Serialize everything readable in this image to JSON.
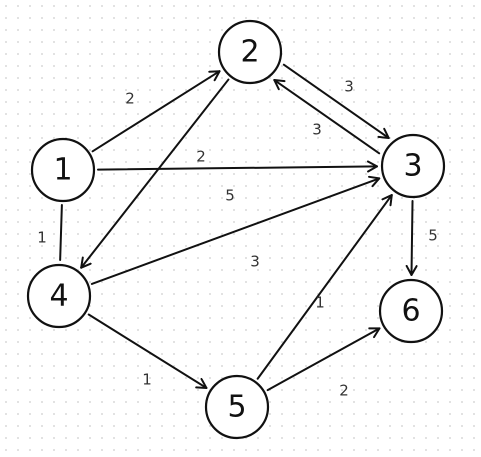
{
  "nodes": [
    {
      "id": "1",
      "label": "1"
    },
    {
      "id": "2",
      "label": "2"
    },
    {
      "id": "3",
      "label": "3"
    },
    {
      "id": "4",
      "label": "4"
    },
    {
      "id": "5",
      "label": "5"
    },
    {
      "id": "6",
      "label": "6"
    }
  ],
  "edges": [
    {
      "from": "1",
      "to": "2",
      "weight": "2",
      "directed": true
    },
    {
      "from": "1",
      "to": "3",
      "weight": "5",
      "directed": true
    },
    {
      "from": "1",
      "to": "4",
      "weight": "1",
      "directed": false
    },
    {
      "from": "2",
      "to": "3",
      "weight": "3",
      "directed": true
    },
    {
      "from": "3",
      "to": "2",
      "weight": "3",
      "directed": true
    },
    {
      "from": "2",
      "to": "4",
      "weight": "2",
      "directed": true
    },
    {
      "from": "4",
      "to": "3",
      "weight": "3",
      "directed": true
    },
    {
      "from": "3",
      "to": "6",
      "weight": "5",
      "directed": true
    },
    {
      "from": "4",
      "to": "5",
      "weight": "1",
      "directed": true
    },
    {
      "from": "5",
      "to": "3",
      "weight": "1",
      "directed": true
    },
    {
      "from": "5",
      "to": "6",
      "weight": "2",
      "directed": true
    }
  ]
}
